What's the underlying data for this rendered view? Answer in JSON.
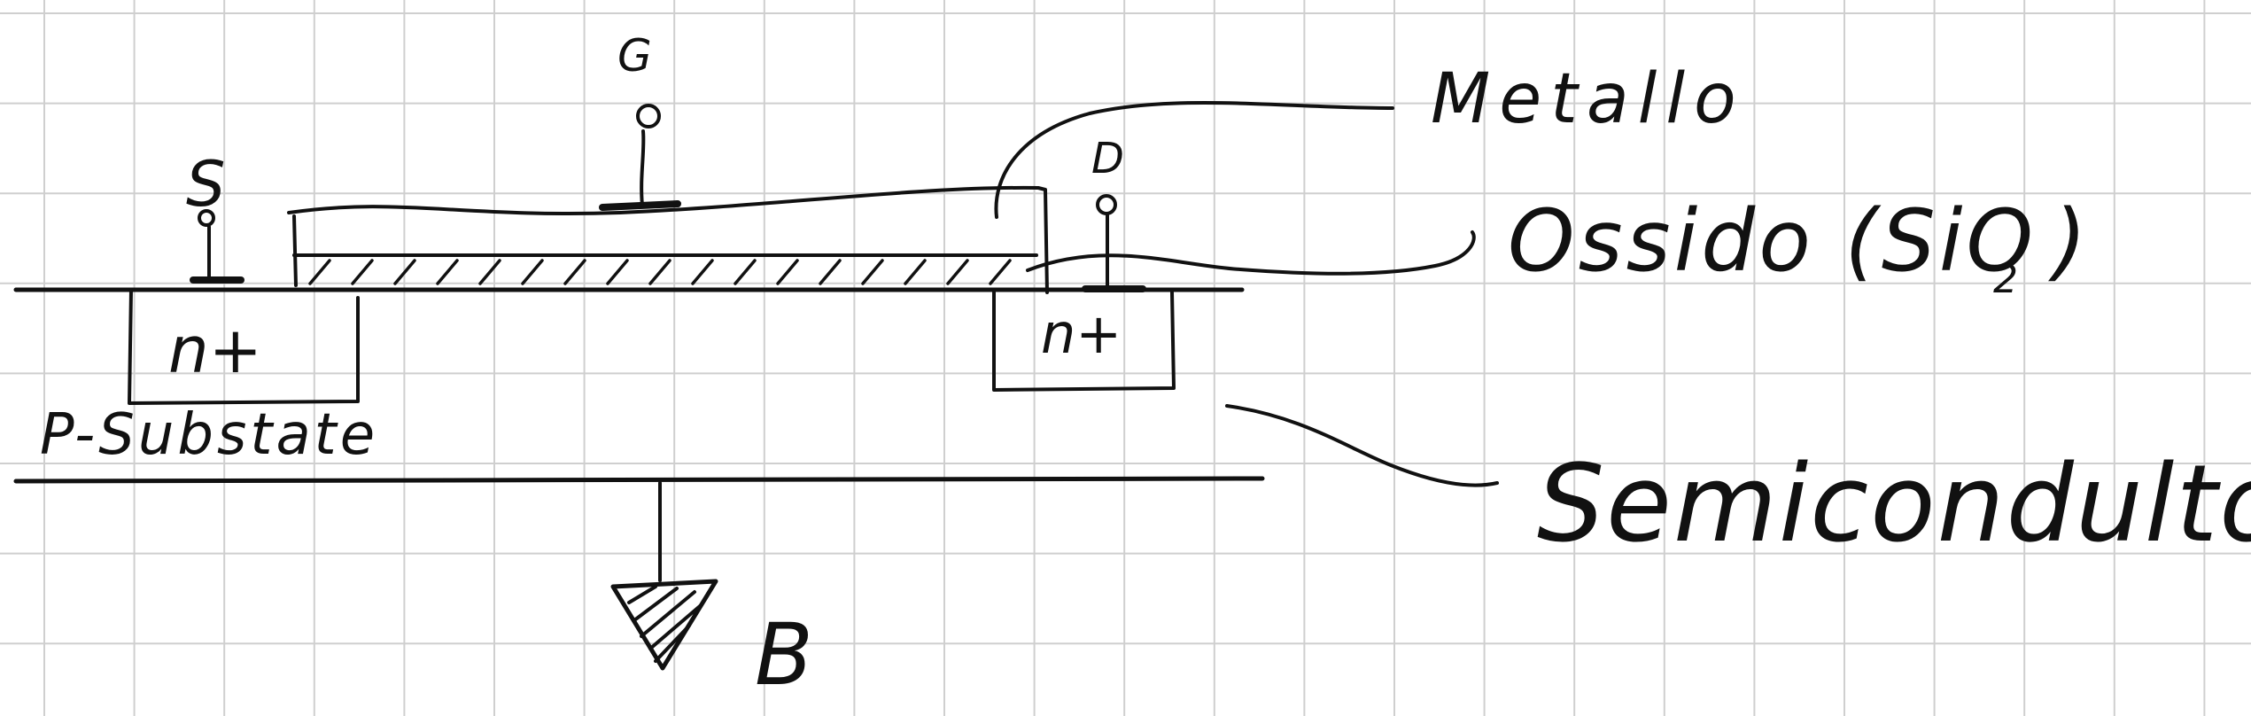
{
  "diagram": {
    "terminals": {
      "source": "S",
      "gate": "G",
      "drain": "D",
      "bulk": "B"
    },
    "regions": {
      "source_doping": "n+",
      "drain_doping": "n+",
      "substrate": "P-Substate"
    },
    "annotations": {
      "metal": "Metallo",
      "oxide": "Ossido (SiO",
      "oxide_subscript": "2",
      "oxide_close": ")",
      "semiconductor": "Semicondultore"
    },
    "colors": {
      "ink": "#111111",
      "grid": "#cfcfcf",
      "paper": "#ffffff"
    }
  }
}
